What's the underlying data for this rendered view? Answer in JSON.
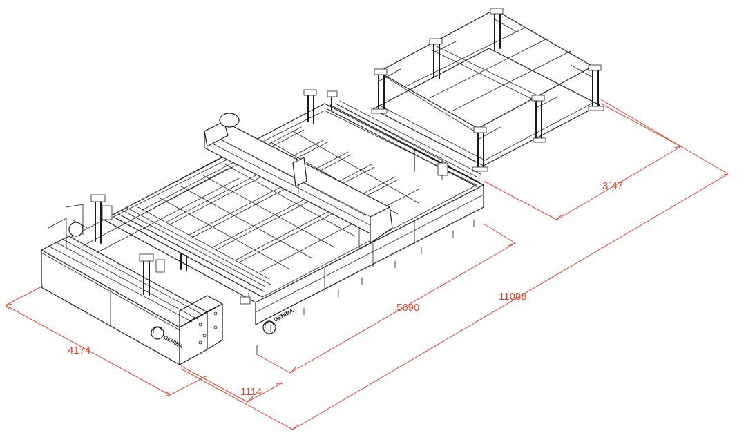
{
  "dimensions": {
    "width": "4174",
    "depth_front": "1114",
    "table_length": "5690",
    "total_length": "11088",
    "loader_length": "3`47"
  },
  "logos": {
    "machine_logo": "GENIBA",
    "cabinet_logo": "GENIBA"
  },
  "colors": {
    "dimension": "#d9442b",
    "line": "#1a1a1a"
  }
}
